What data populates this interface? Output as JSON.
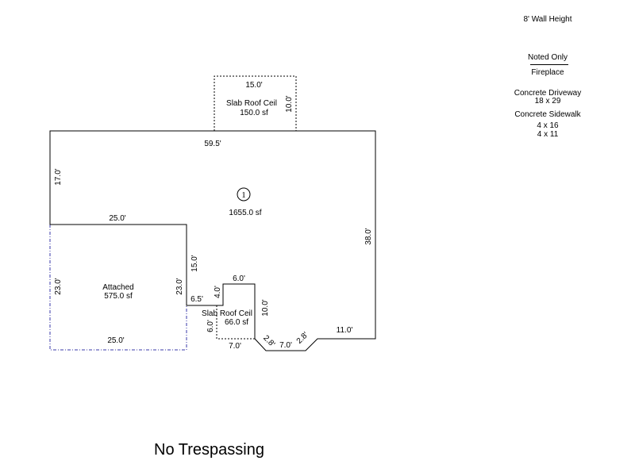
{
  "notes": {
    "wall_height": "8' Wall Height",
    "noted_only": "Noted Only",
    "fireplace": "Fireplace",
    "driveway_title": "Concrete Driveway",
    "driveway_dim": "18 x 29",
    "sidewalk_title": "Concrete Sidewalk",
    "sidewalk_dim_1": "4 x 16",
    "sidewalk_dim_2": "4 x 11"
  },
  "main_house": {
    "marker": "1",
    "area": "1655.0 sf",
    "dims": {
      "top": "59.5'",
      "left": "17.0'",
      "right": "38.0'",
      "garage_top": "25.0'",
      "inner_vertical": "15.0'",
      "step_6_5": "6.5'",
      "step_4": "4.0'",
      "step_6": "6.0'",
      "step_10": "10.0'",
      "bay_left": "2.8'",
      "bay_mid": "7.0'",
      "bay_right": "2.8'",
      "bottom_right": "11.0'"
    }
  },
  "attached": {
    "label": "Attached",
    "area": "575.0 sf",
    "dims": {
      "left": "23.0'",
      "right": "23.0'",
      "bottom": "25.0'"
    }
  },
  "slab_top": {
    "label": "Slab Roof Ceil",
    "area": "150.0 sf",
    "dims": {
      "top": "15.0'",
      "right": "10.0'"
    }
  },
  "slab_bottom": {
    "label": "Slab Roof Ceil",
    "area": "66.0 sf",
    "dims": {
      "left": "6.0'",
      "bottom": "7.0'"
    }
  },
  "footer": {
    "text": "No Trespassing"
  },
  "colors": {
    "attached_outline": "#3a3aa8",
    "line": "#000000"
  }
}
